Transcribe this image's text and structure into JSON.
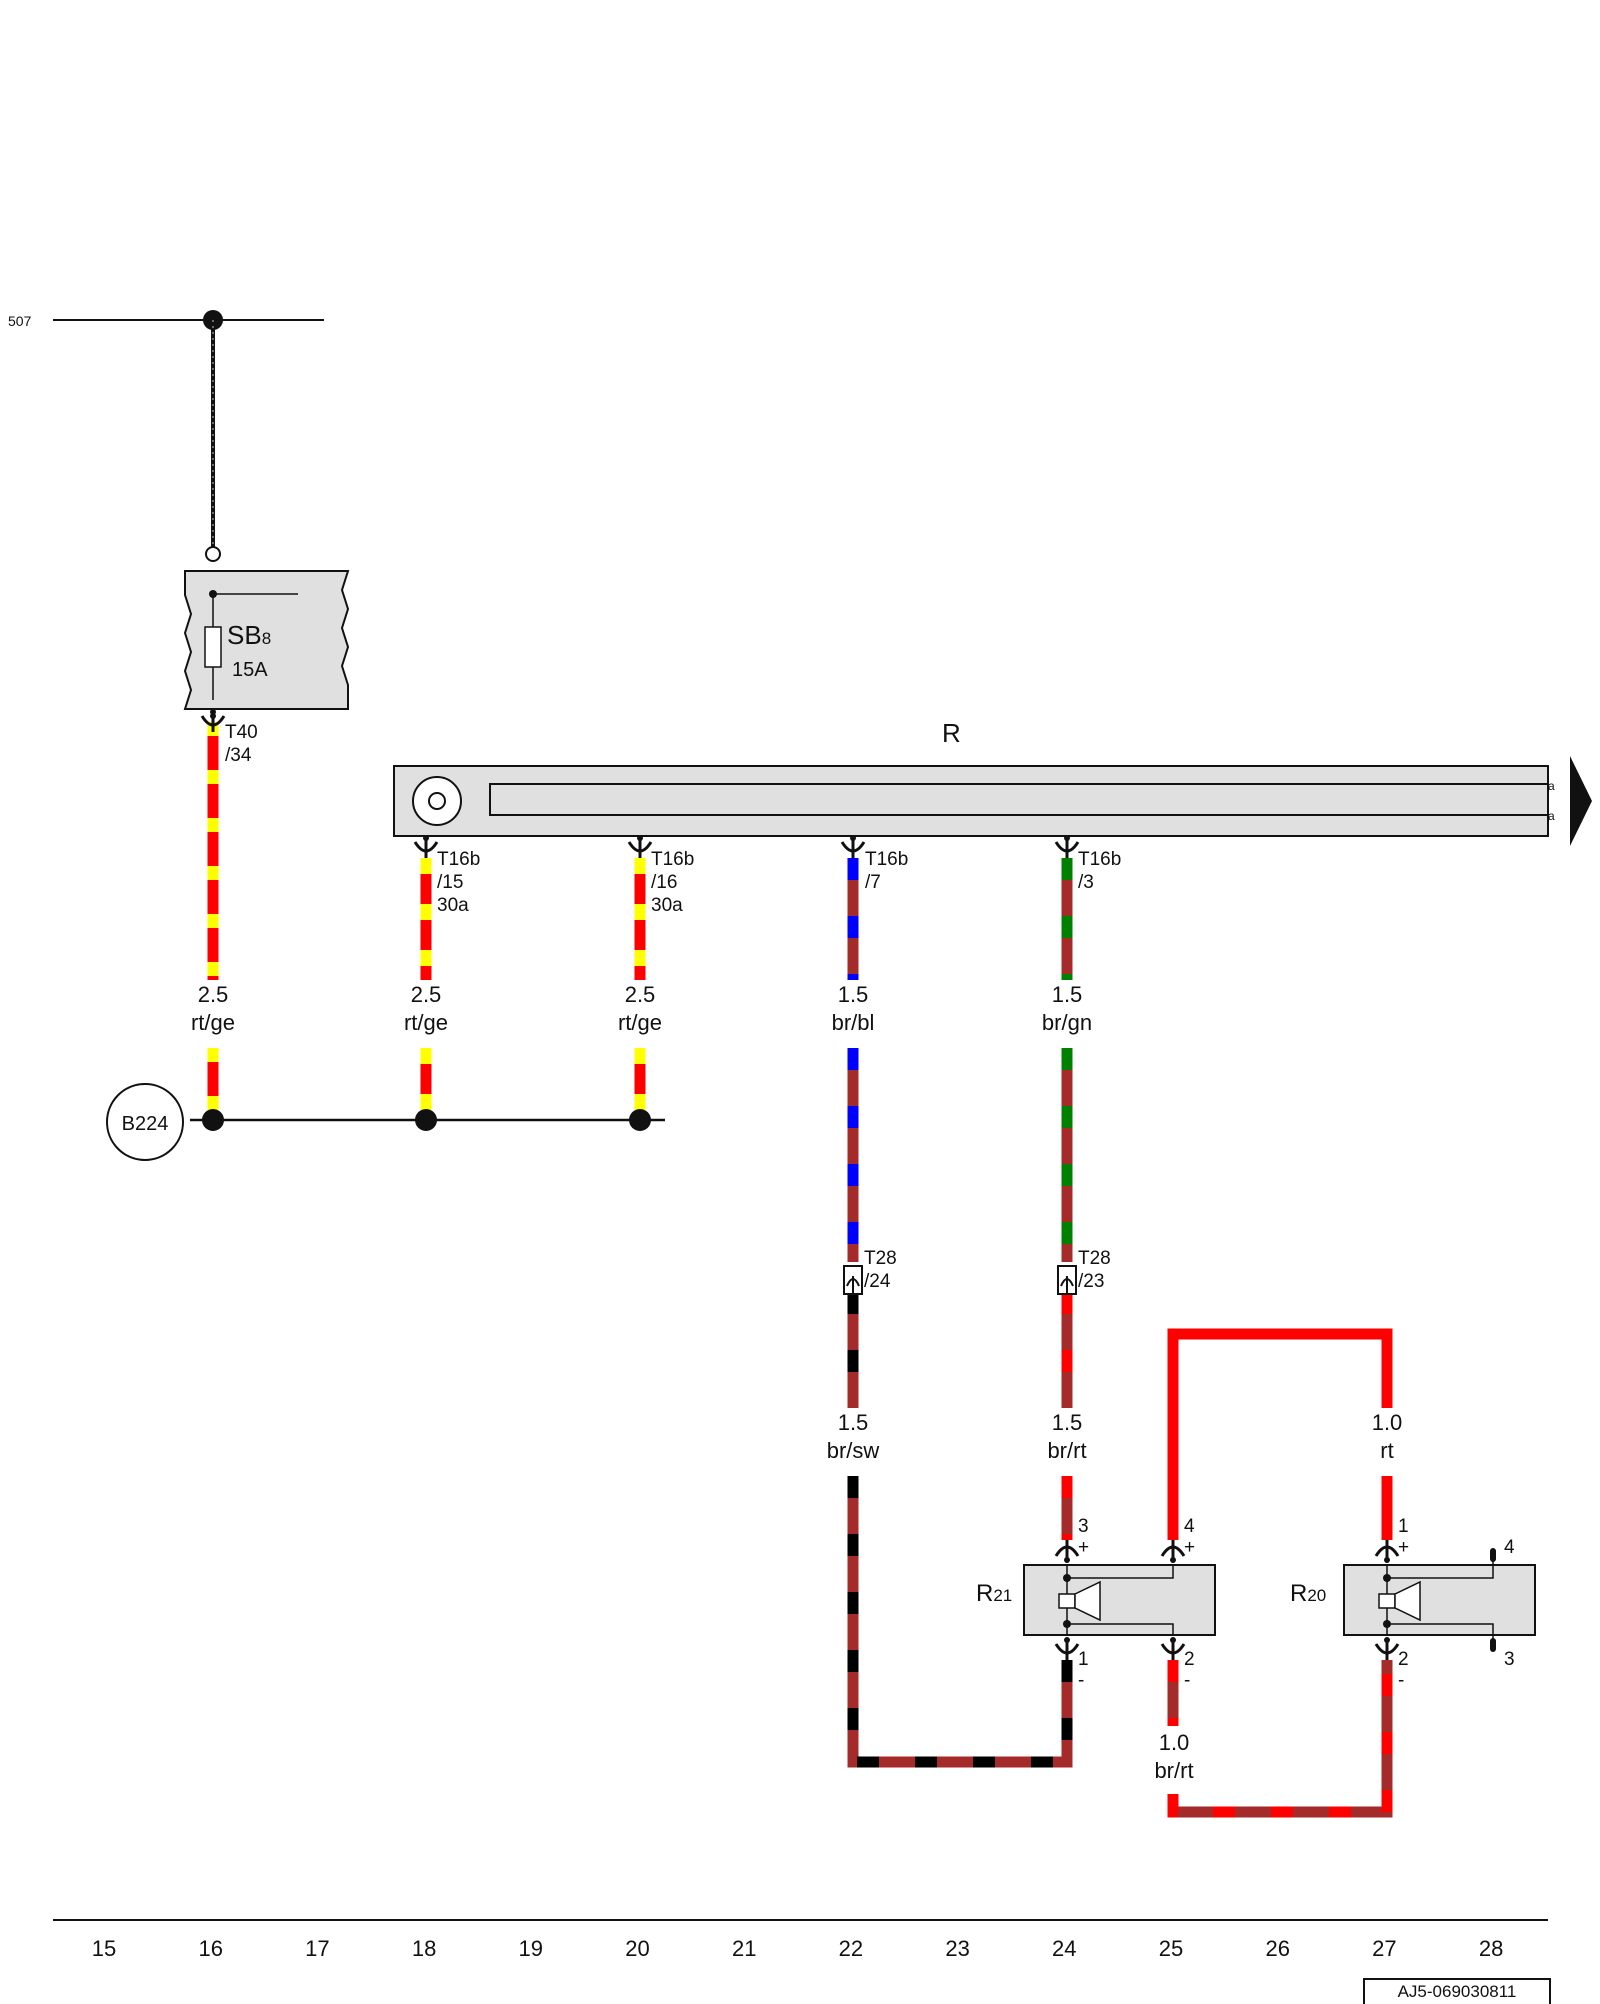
{
  "diagram": {
    "net": "507",
    "fuse": {
      "name": "SB",
      "sub": "8",
      "rating": "15A"
    },
    "connector_t40": {
      "name": "T40",
      "pin": "/34"
    },
    "radio": {
      "name": "R"
    },
    "radio_pins": [
      {
        "name": "T16b",
        "pin": "/15",
        "extra": "30a"
      },
      {
        "name": "T16b",
        "pin": "/16",
        "extra": "30a"
      },
      {
        "name": "T16b",
        "pin": "/7",
        "extra": ""
      },
      {
        "name": "T16b",
        "pin": "/3",
        "extra": ""
      }
    ],
    "wires": [
      {
        "size": "2.5",
        "color": "rt/ge"
      },
      {
        "size": "2.5",
        "color": "rt/ge"
      },
      {
        "size": "2.5",
        "color": "rt/ge"
      },
      {
        "size": "1.5",
        "color": "br/bl"
      },
      {
        "size": "1.5",
        "color": "br/gn"
      },
      {
        "size": "1.5",
        "color": "br/sw"
      },
      {
        "size": "1.5",
        "color": "br/rt"
      },
      {
        "size": "1.0",
        "color": "rt"
      },
      {
        "size": "1.0",
        "color": "br/rt"
      }
    ],
    "splice": "B224",
    "connector_t28": [
      {
        "name": "T28",
        "pin": "/24"
      },
      {
        "name": "T28",
        "pin": "/23"
      }
    ],
    "speakers": [
      {
        "name": "R",
        "sub": "21",
        "pins": [
          "3",
          "+",
          "4",
          "+",
          "1",
          "-",
          "2",
          "-"
        ]
      },
      {
        "name": "R",
        "sub": "20",
        "pins": [
          "1",
          "+",
          "4",
          "2",
          "-",
          "3"
        ]
      }
    ],
    "radio_edge_marks": [
      "a",
      "a"
    ],
    "grid_numbers": [
      "15",
      "16",
      "17",
      "18",
      "19",
      "20",
      "21",
      "22",
      "23",
      "24",
      "25",
      "26",
      "27",
      "28"
    ],
    "reference": "AJ5-069030811",
    "colors": {
      "rt": "#ff0000",
      "ge": "#ffff00",
      "br": "#a52a2a",
      "bl": "#0000ff",
      "gn": "#008000",
      "sw": "#000000",
      "box_fill": "#e0e0e0"
    }
  }
}
